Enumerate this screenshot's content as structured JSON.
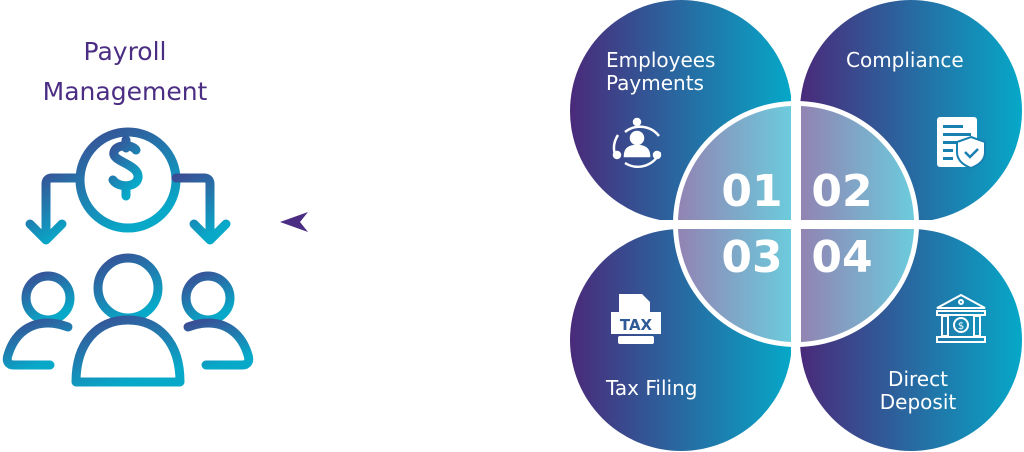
{
  "title": {
    "line1": "Payroll",
    "line2": "Management"
  },
  "items": [
    {
      "number": "01",
      "label_lines": [
        "Employees",
        "Payments"
      ],
      "icon": "employee-network-icon"
    },
    {
      "number": "02",
      "label_lines": [
        "Compliance"
      ],
      "icon": "document-shield-icon"
    },
    {
      "number": "03",
      "label_lines": [
        "Tax Filing"
      ],
      "icon": "tax-document-icon"
    },
    {
      "number": "04",
      "label_lines": [
        "Direct",
        "Deposit"
      ],
      "icon": "bank-dollar-icon"
    }
  ],
  "colors": {
    "title": "#4b2e83",
    "petal_start": "#4a2a7a",
    "petal_end": "#06a8c8",
    "inner_start": "#9283b3",
    "inner_end": "#6ccbdc"
  }
}
